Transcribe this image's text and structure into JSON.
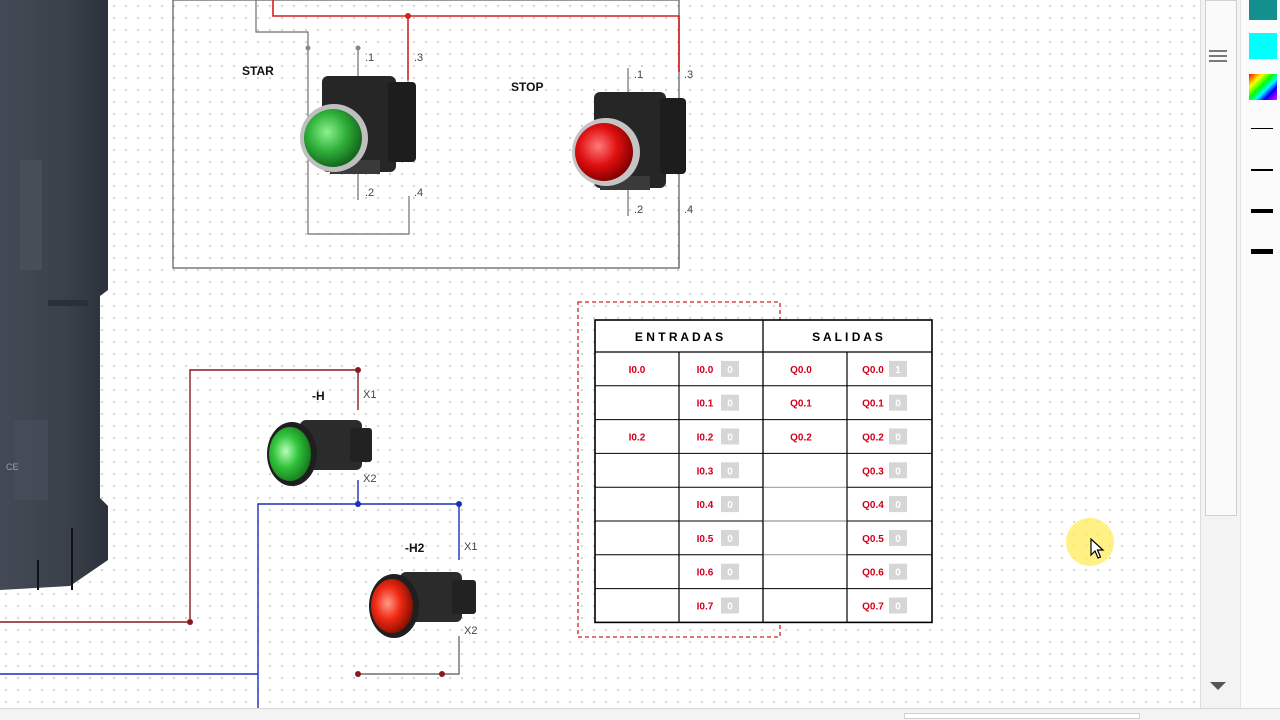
{
  "buttons": {
    "start": {
      "label": "STAR",
      "t1": ".1",
      "t2": ".2",
      "t3": ".3",
      "t4": ".4"
    },
    "stop": {
      "label": "STOP",
      "t1": ".1",
      "t2": ".2",
      "t3": ".3",
      "t4": ".4"
    }
  },
  "lamps": {
    "h1": {
      "label": "-H",
      "x1": "X1",
      "x2": "X2"
    },
    "h2": {
      "label": "-H2",
      "x1": "X1",
      "x2": "X2"
    }
  },
  "io_table": {
    "entradas_header": "E N T R A D A S",
    "salidas_header": "S A L I D A S",
    "rows": [
      {
        "in_tag": "I0.0",
        "in_addr": "I0.0",
        "in_val": "0",
        "out_tag": "Q0.0",
        "out_addr": "Q0.0",
        "out_val": "1"
      },
      {
        "in_tag": "",
        "in_addr": "I0.1",
        "in_val": "0",
        "out_tag": "Q0.1",
        "out_addr": "Q0.1",
        "out_val": "0"
      },
      {
        "in_tag": "I0.2",
        "in_addr": "I0.2",
        "in_val": "0",
        "out_tag": "Q0.2",
        "out_addr": "Q0.2",
        "out_val": "0"
      },
      {
        "in_tag": "",
        "in_addr": "I0.3",
        "in_val": "0",
        "out_tag": "",
        "out_addr": "Q0.3",
        "out_val": "0"
      },
      {
        "in_tag": "",
        "in_addr": "I0.4",
        "in_val": "0",
        "out_tag": "",
        "out_addr": "Q0.4",
        "out_val": "0"
      },
      {
        "in_tag": "",
        "in_addr": "I0.5",
        "in_val": "0",
        "out_tag": "",
        "out_addr": "Q0.5",
        "out_val": "0"
      },
      {
        "in_tag": "",
        "in_addr": "I0.6",
        "in_val": "0",
        "out_tag": "",
        "out_addr": "Q0.6",
        "out_val": "0"
      },
      {
        "in_tag": "",
        "in_addr": "I0.7",
        "in_val": "0",
        "out_tag": "",
        "out_addr": "Q0.7",
        "out_val": "0"
      }
    ]
  },
  "palette": {
    "swatches": [
      "#138f8f",
      "#00ffff",
      "rainbow"
    ],
    "strokes": [
      "thin",
      "medium",
      "thick",
      "extra-thick"
    ]
  },
  "colors": {
    "wire_power": "#d42020",
    "wire_brown": "#8b1a1a",
    "wire_blue": "#1a2fbf",
    "panel_border": "#6e6e6e",
    "table_tag": "#d0001c",
    "dashed_frame": "#d02020",
    "start_green": "#2fb03a",
    "stop_red": "#e01010"
  }
}
